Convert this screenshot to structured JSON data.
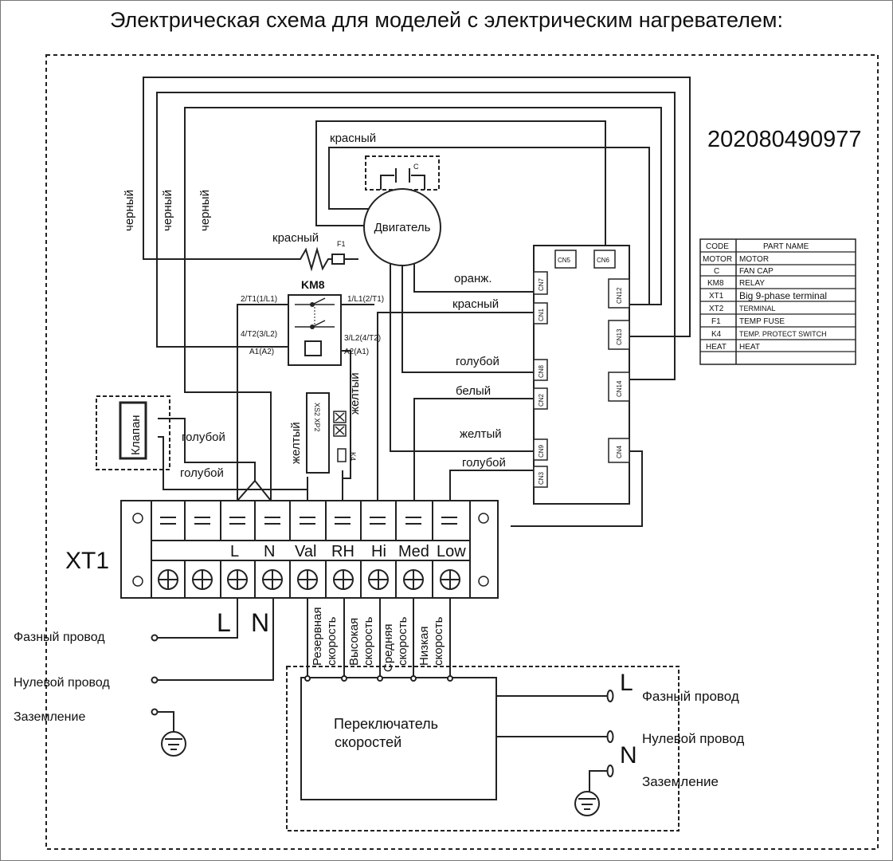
{
  "title": "Электрическая схема для моделей с электрическим нагревателем:",
  "drawing_number": "202080490977",
  "wire_colors": {
    "black_1": "черный",
    "black_2": "черный",
    "black_3": "черный",
    "red_top": "красный",
    "red_fuse": "красный",
    "orange": "оранж.",
    "red_cn1": "красный",
    "blue_cn8": "голубой",
    "white_cn2": "белый",
    "yellow_cn9": "желтый",
    "blue_cn3": "голубой",
    "yellow_k4": "желтый",
    "yellow_xs2": "желтый",
    "blue_valve_1": "голубой",
    "blue_valve_2": "голубой"
  },
  "components": {
    "motor": "Двигатель",
    "capacitor": "C",
    "fuse": "F1",
    "relay": "KM8",
    "valve": "Клапан",
    "connector_xs2": "XS2 XP2",
    "switch_k4": "K4",
    "terminal_block": "XT1"
  },
  "relay_pins": {
    "t1": "2/T1(1/L1)",
    "l1": "1/L1(2/T1)",
    "t2": "4/T2(3/L2)",
    "l2": "3/L2(4/T2)",
    "a1": "A1(A2)",
    "a2": "A2(A1)"
  },
  "board_connectors": [
    "CN5",
    "CN6",
    "CN7",
    "CN1",
    "CN8",
    "CN2",
    "CN9",
    "CN3",
    "CN12",
    "CN13",
    "CN14",
    "CN4"
  ],
  "terminals": [
    "L",
    "N",
    "Val",
    "RH",
    "Hi",
    "Med",
    "Low"
  ],
  "mains_labels": {
    "l_symbol": "L",
    "n_symbol": "N"
  },
  "speed_wires": [
    [
      "Резервная",
      "скорость"
    ],
    [
      "Высокая",
      "скорость"
    ],
    [
      "Средняя",
      "скорость"
    ],
    [
      "Низкая",
      "скорость"
    ]
  ],
  "left_supply": {
    "phase": "Фазный провод",
    "neutral": "Нулевой провод",
    "ground": "Заземление"
  },
  "speed_switch": {
    "label_line1": "Переключатель",
    "label_line2": "скоростей",
    "phase": "Фазный провод",
    "neutral": "Нулевой провод",
    "ground": "Заземление",
    "l_symbol": "L",
    "n_symbol": "N"
  },
  "parts_table": {
    "headers": [
      "CODE",
      "PART NAME"
    ],
    "rows": [
      [
        "MOTOR",
        "MOTOR"
      ],
      [
        "C",
        "FAN CAP"
      ],
      [
        "KM8",
        "RELAY"
      ],
      [
        "XT1",
        "Big 9-phase terminal"
      ],
      [
        "XT2",
        "TERMINAL"
      ],
      [
        "F1",
        "TEMP FUSE"
      ],
      [
        "K4",
        "TEMP. PROTECT SWITCH"
      ],
      [
        "HEAT",
        "HEAT"
      ]
    ]
  }
}
